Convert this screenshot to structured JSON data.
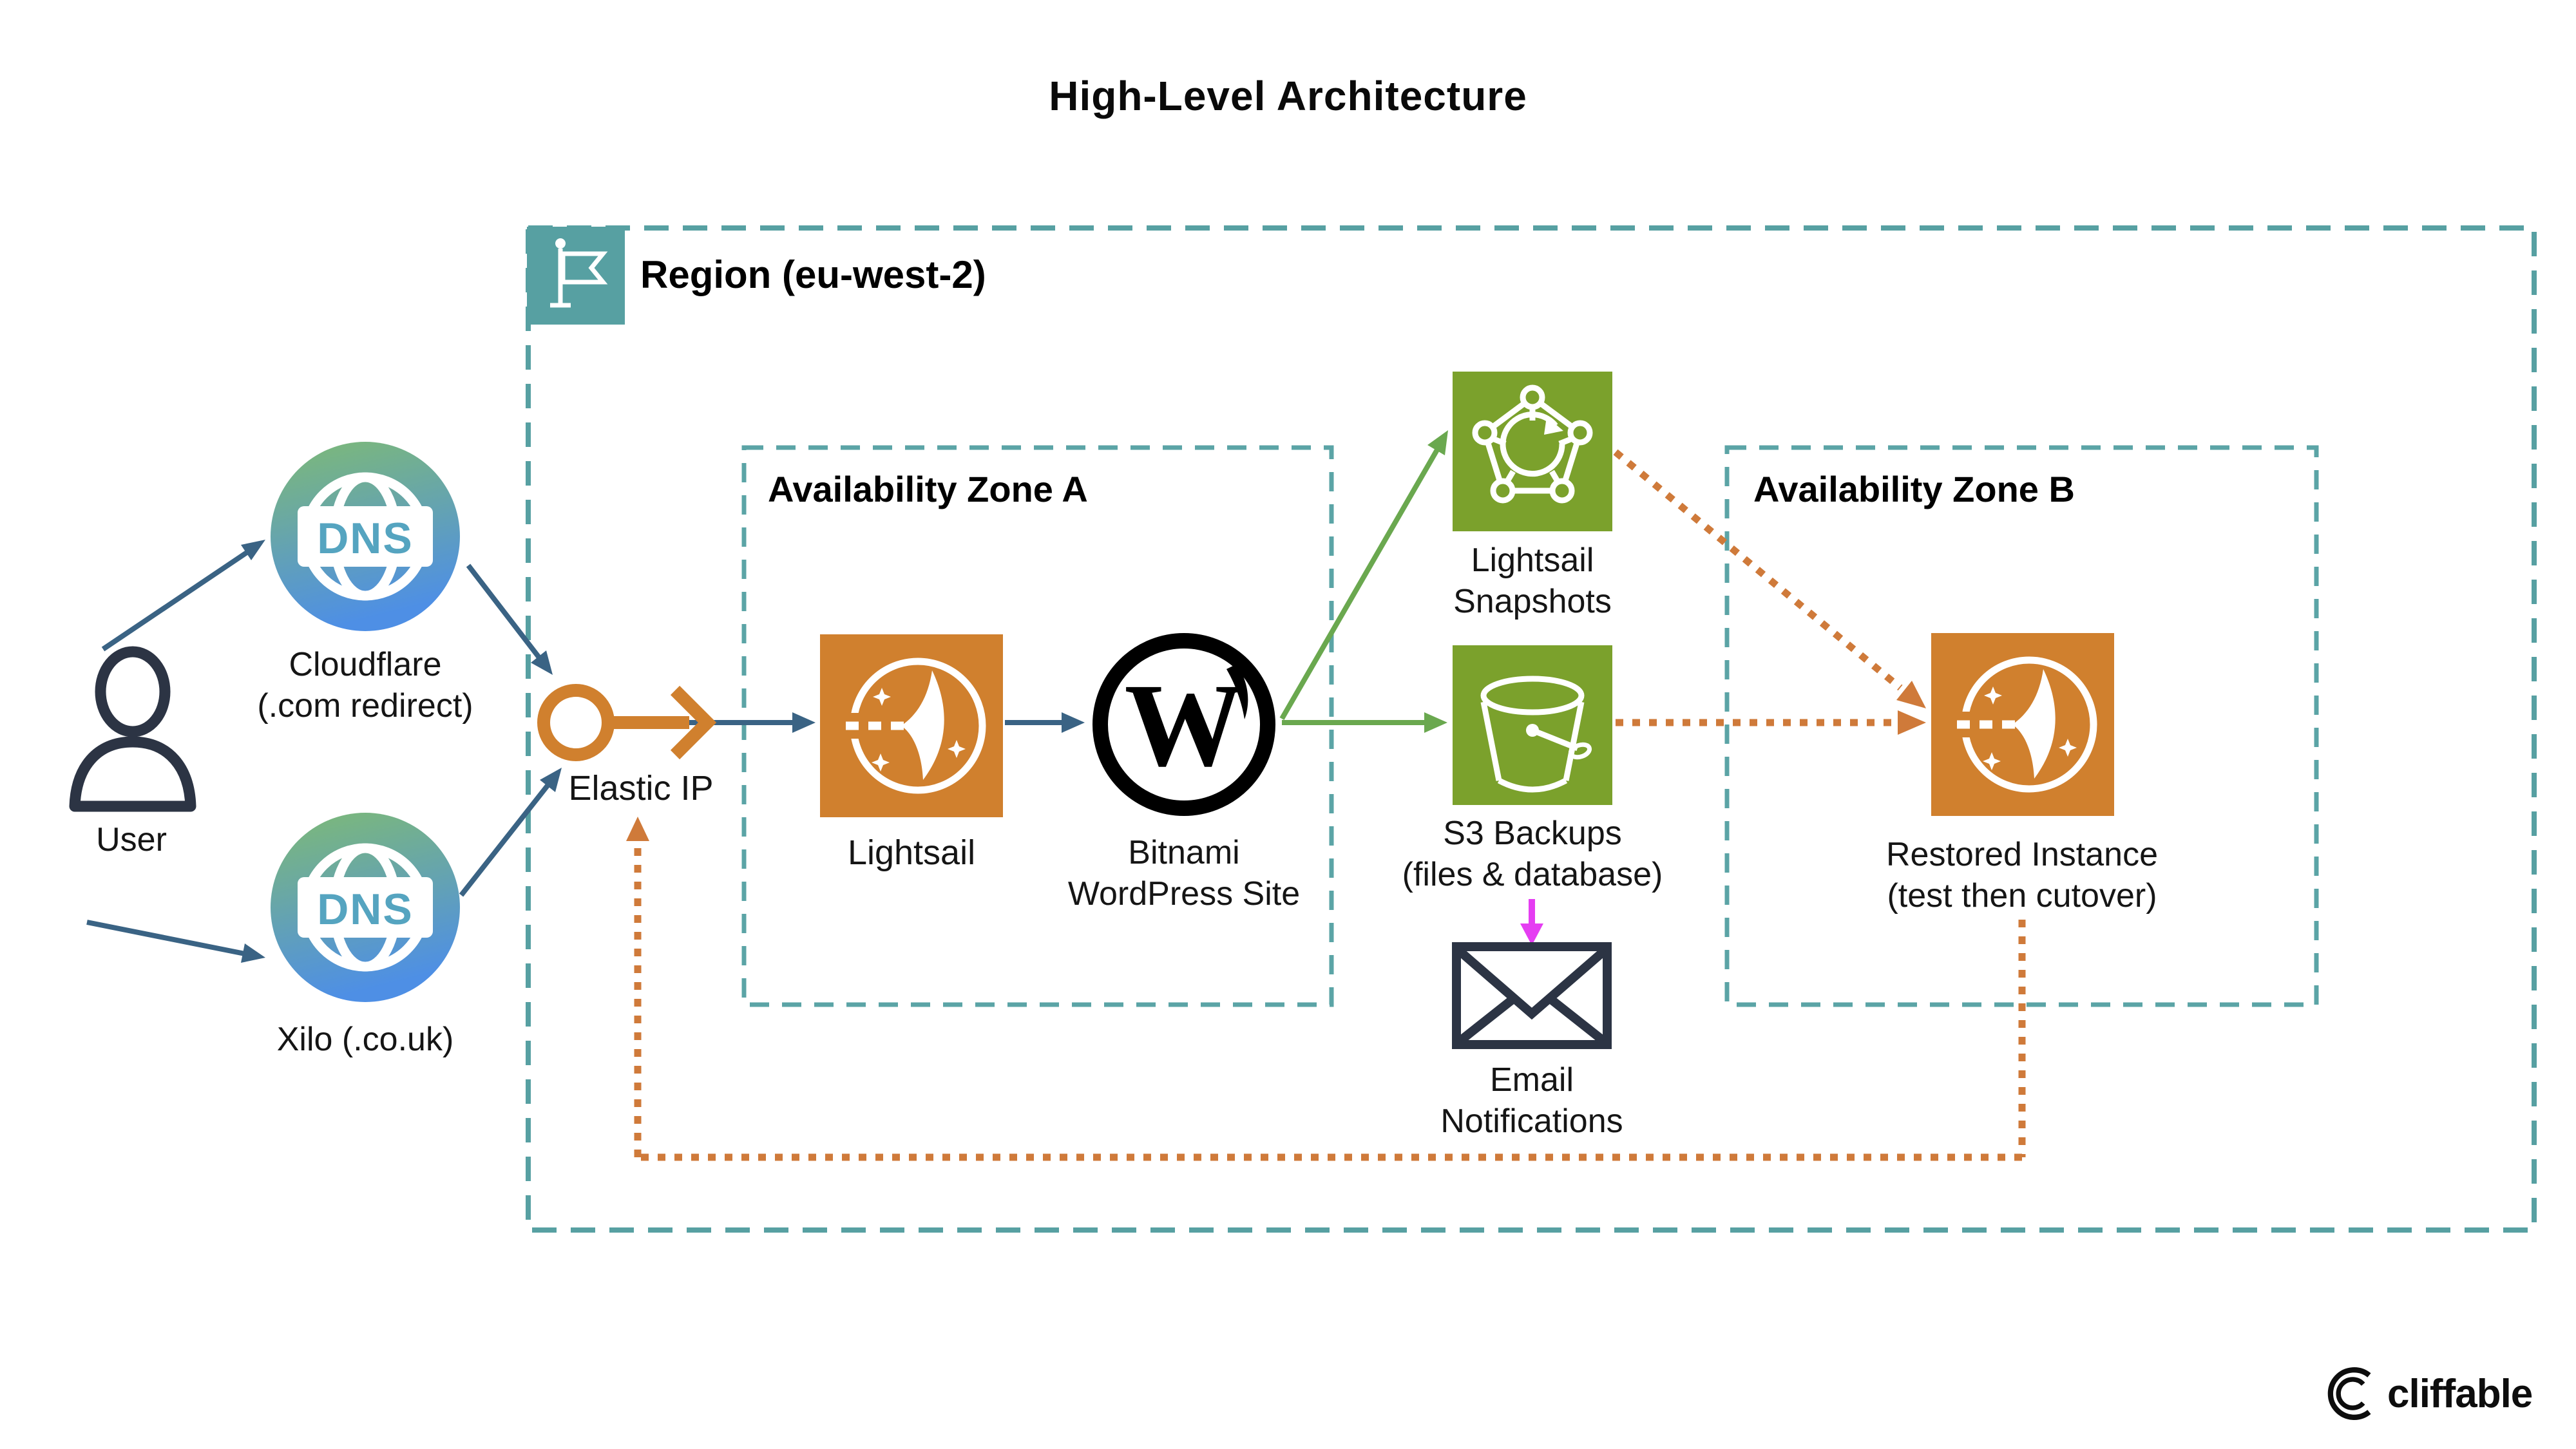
{
  "title": "High-Level Architecture",
  "region": {
    "label": "Region (eu-west-2)"
  },
  "zones": {
    "zone_a": "Availability Zone A",
    "zone_b": "Availability Zone B"
  },
  "nodes": {
    "user": {
      "label": "User"
    },
    "cloudflare": {
      "icon_text": "DNS",
      "line1": "Cloudflare",
      "line2": "(.com redirect)"
    },
    "xilo": {
      "icon_text": "DNS",
      "label": "Xilo (.co.uk)"
    },
    "elastic_ip": {
      "label": "Elastic IP"
    },
    "lightsail": {
      "label": "Lightsail"
    },
    "wordpress": {
      "icon_letter": "W",
      "line1": "Bitnami",
      "line2": "WordPress Site"
    },
    "snapshots": {
      "line1": "Lightsail",
      "line2": "Snapshots"
    },
    "s3": {
      "line1": "S3 Backups",
      "line2": "(files & database)"
    },
    "email": {
      "line1": "Email",
      "line2": "Notifications"
    },
    "restored": {
      "line1": "Restored Instance",
      "line2": "(test then cutover)"
    }
  },
  "branding": {
    "logo": "cliffable"
  },
  "colors": {
    "teal_border": "#57a0a2",
    "orange": "#d0802e",
    "orange_dotted": "#cf7a3a",
    "green_fill": "#7ba12c",
    "green_arrow": "#6aa84f",
    "navy_arrow": "#3a6384",
    "dark_icon": "#2c3444",
    "magenta": "#e53df2",
    "dns_gradient_top": "#7eba75",
    "dns_gradient_bottom": "#4e8fe5"
  }
}
